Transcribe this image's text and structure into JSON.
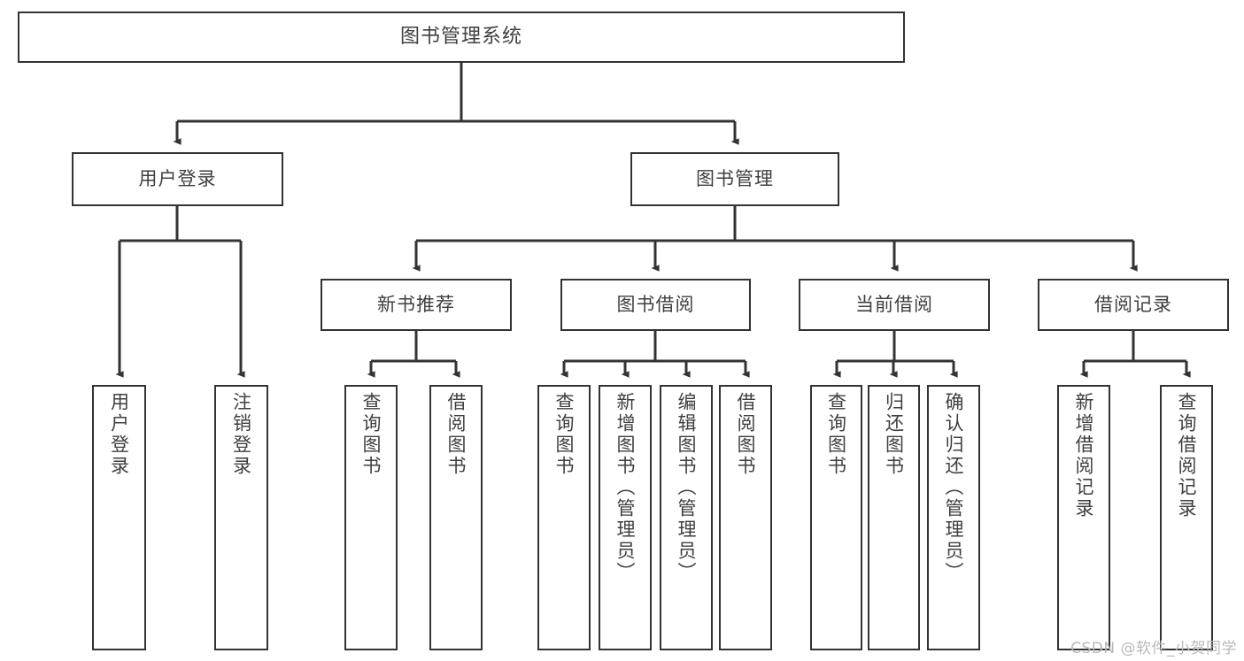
{
  "diagram": {
    "type": "tree-hierarchy",
    "title": "图书管理系统",
    "colors": {
      "box_border": "#333333",
      "box_fill": "#ffffff",
      "text": "#3f3f3f",
      "connector": "#333333",
      "watermark": "#b9b9b9",
      "background": "#ffffff"
    },
    "root": {
      "label": "图书管理系统"
    },
    "level2": [
      {
        "label": "用户登录"
      },
      {
        "label": "图书管理"
      }
    ],
    "level3": [
      {
        "label": "新书推荐"
      },
      {
        "label": "图书借阅"
      },
      {
        "label": "当前借阅"
      },
      {
        "label": "借阅记录"
      }
    ],
    "leaves": {
      "user_login": [
        {
          "label": "用户登录"
        },
        {
          "label": "注销登录"
        }
      ],
      "new_book_recommend": [
        {
          "label": "查询图书"
        },
        {
          "label": "借阅图书"
        }
      ],
      "book_borrow": [
        {
          "label": "查询图书"
        },
        {
          "label": "新增图书（管理员）"
        },
        {
          "label": "编辑图书（管理员）"
        },
        {
          "label": "借阅图书"
        }
      ],
      "current_borrow": [
        {
          "label": "查询图书"
        },
        {
          "label": "归还图书"
        },
        {
          "label": "确认归还（管理员）"
        }
      ],
      "borrow_record": [
        {
          "label": "新增借阅记录"
        },
        {
          "label": "查询借阅记录"
        }
      ]
    }
  },
  "watermark": {
    "text": "CSDN @软件_小贺同学"
  }
}
